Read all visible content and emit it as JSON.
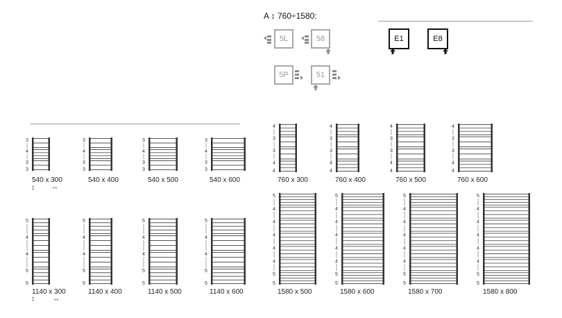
{
  "header": {
    "text": "A ↕ 760÷1580:"
  },
  "connections_grey": [
    {
      "code": "5L"
    },
    {
      "code": "58"
    },
    {
      "code": "5P"
    },
    {
      "code": "51"
    }
  ],
  "connections_black": [
    {
      "code": "E1"
    },
    {
      "code": "E8"
    }
  ],
  "models": [
    {
      "label": "540 x 300",
      "segments": [
        "3",
        "4",
        "3"
      ]
    },
    {
      "label": "540 x 400",
      "segments": [
        "3",
        "4",
        "3"
      ]
    },
    {
      "label": "540 x 500",
      "segments": [
        "3",
        "4",
        "3"
      ]
    },
    {
      "label": "540 x 600",
      "segments": [
        "3",
        "4",
        "3"
      ]
    },
    {
      "label": "760 x 300",
      "segments": [
        "4",
        "3",
        "3",
        "4"
      ]
    },
    {
      "label": "760 x 400",
      "segments": [
        "4",
        "3",
        "3",
        "4"
      ]
    },
    {
      "label": "760 x 500",
      "segments": [
        "4",
        "3",
        "3",
        "4"
      ]
    },
    {
      "label": "760 x 600",
      "segments": [
        "4",
        "3",
        "3",
        "4"
      ]
    },
    {
      "label": "1140 x 300",
      "segments": [
        "5",
        "4",
        "4",
        "5"
      ]
    },
    {
      "label": "1140 x 400",
      "segments": [
        "5",
        "4",
        "4",
        "5"
      ]
    },
    {
      "label": "1140 x 500",
      "segments": [
        "5",
        "4",
        "4",
        "5"
      ]
    },
    {
      "label": "1140 x 600",
      "segments": [
        "5",
        "4",
        "4",
        "5"
      ]
    },
    {
      "label": "1580 x 500",
      "segments": [
        "5",
        "4",
        "4",
        "4",
        "4",
        "4",
        "5"
      ]
    },
    {
      "label": "1580 x 600",
      "segments": [
        "5",
        "4",
        "4",
        "4",
        "4",
        "4",
        "5"
      ]
    },
    {
      "label": "1580 x 700",
      "segments": [
        "5",
        "4",
        "4",
        "4",
        "4",
        "4",
        "5"
      ]
    },
    {
      "label": "1580 x 800",
      "segments": [
        "5",
        "4",
        "4",
        "4",
        "4",
        "4",
        "5"
      ]
    }
  ],
  "dimension_hints": {
    "height_icon": "vertical-arrow-icon",
    "width_icon": "horizontal-arrow-icon"
  }
}
